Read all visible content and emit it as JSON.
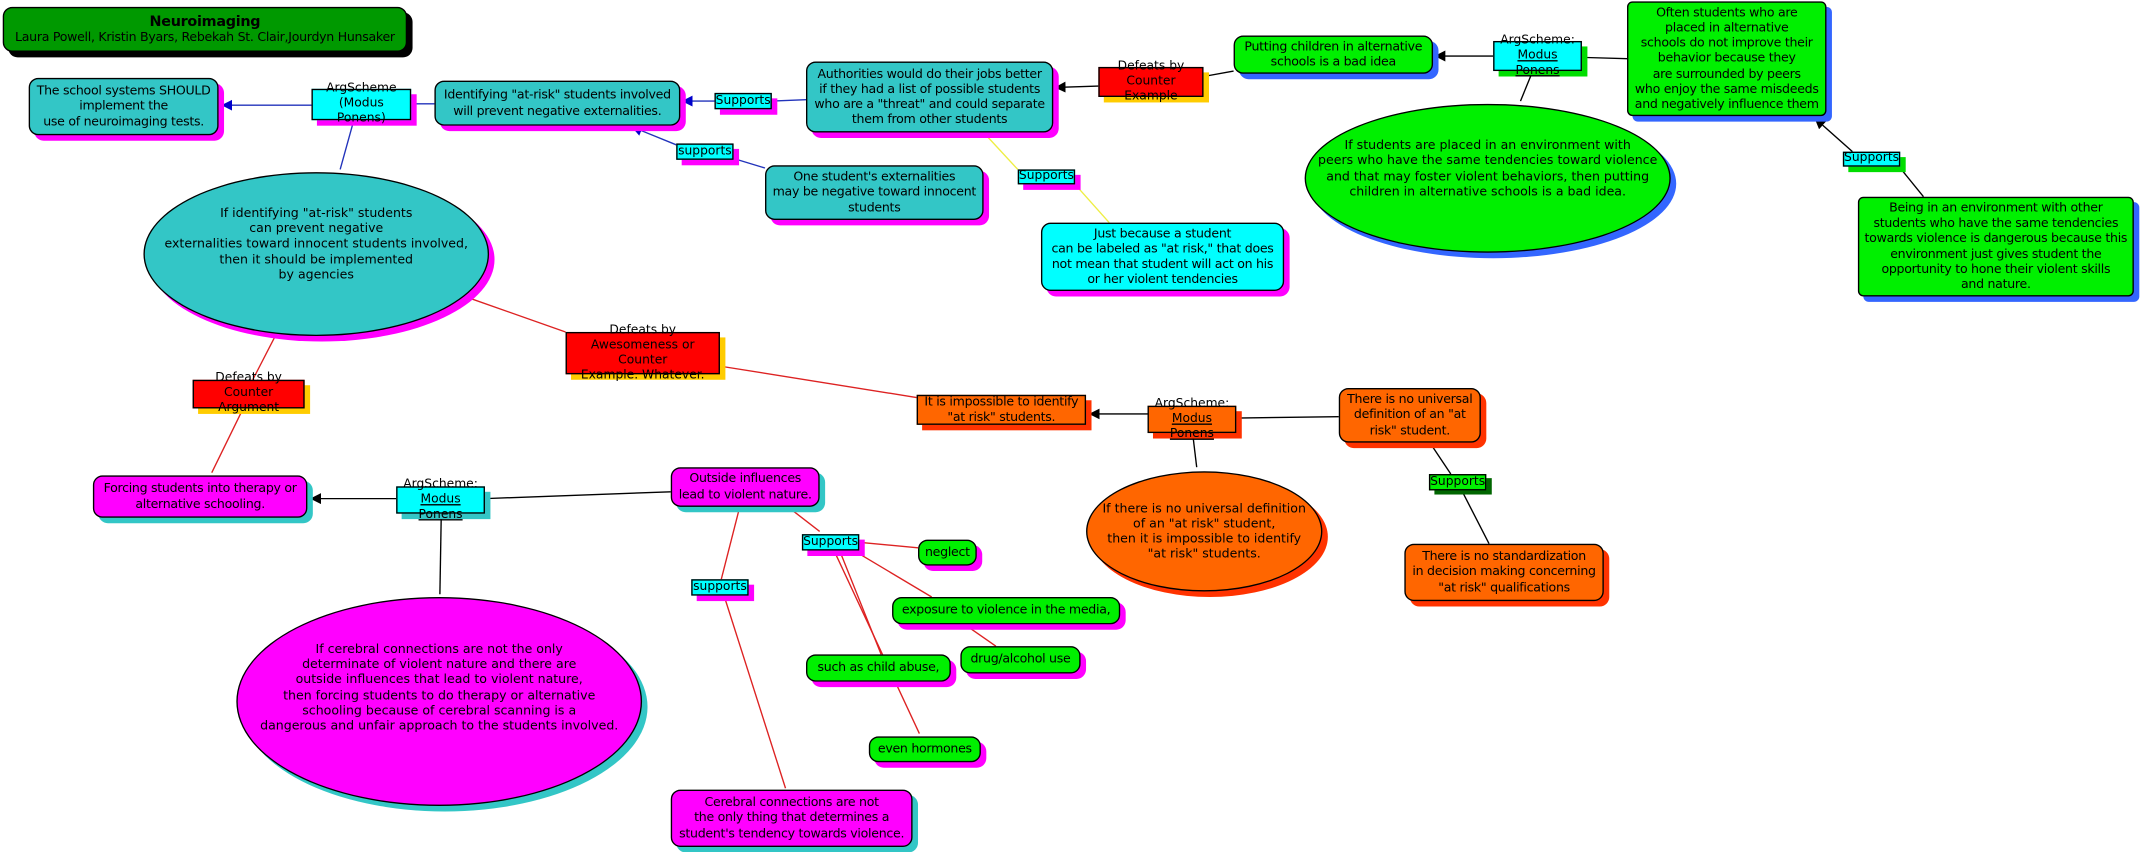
{
  "title": {
    "heading": "Neuroimaging",
    "authors": "Laura Powell, Kristin Byars, Rebekah St. Clair,Jourdyn Hunsaker"
  },
  "nodes": {
    "school_systems": "The school systems SHOULD\nimplement the\nuse of neuroimaging tests.",
    "identifying": "Identifying \"at-risk\" students involved\nwill prevent negative externalities.",
    "authorities": "Authorities would do their jobs better\nif they had a list of possible students\nwho are a \"threat\" and could separate\nthem from other students",
    "putting_children": "Putting children in alternative\nschools is a bad idea",
    "often_students": "Often students who are\nplaced in alternative\nschools do not improve their\nbehavior because they\nare surrounded by peers\nwho enjoy the same misdeeds\nand negatively influence them",
    "if_students_placed": "If students are placed in an environment with\npeers who have the same tendencies toward violence\nand that may foster violent behaviors, then putting\nchildren in alternative schools is a bad idea.",
    "being_in_env": "Being in an environment with other\nstudents who have the same tendencies\ntowards violence is dangerous because this\nenvironment just gives student the\nopportunity to hone their violent skills\nand nature.",
    "one_student": "One student's externalities\nmay be negative toward innocent\nstudents",
    "just_because": "Just because a student\ncan be labeled as \"at risk,\" that does\nnot mean that student will act on his\nor her violent tendencies",
    "if_identifying": "If identifying \"at-risk\" students\ncan prevent negative\nexternalities toward innocent students involved,\nthen it should be implemented\nby agencies",
    "impossible": "It is impossible to identify\n\"at risk\" students.",
    "no_universal": "There is no universal\ndefinition of an \"at\nrisk\" student.",
    "if_no_universal": "If there is no universal definition\nof an \"at risk\" student,\nthen it is impossible to identify\n\"at risk\" students.",
    "no_standardization": "There is no standardization\nin decision making concerning\n\"at risk\" qualifications",
    "forcing": "Forcing students into therapy or\nalternative schooling.",
    "outside_influences": "Outside influences\nlead to violent nature.",
    "neglect": "neglect",
    "exposure": "exposure to violence in the media,",
    "drug": "drug/alcohol use",
    "child_abuse": "such as child abuse,",
    "hormones": "even hormones",
    "if_cerebral": "If cerebral connections are not the only\ndeterminate of violent nature and there are\noutside influences that lead to violent nature,\nthen forcing students to do therapy or alternative\nschooling because of cerebral scanning is a\ndangerous and unfair approach to the students involved.",
    "cerebral": "Cerebral connections are not\nthe only thing that determines a\nstudent's tendency towards violence."
  },
  "labels": {
    "argscheme_paren": "ArgScheme\n(Modus Ponens)",
    "argscheme_a": "ArgScheme:",
    "modus_ponens": "Modus Ponens",
    "supports_cap": "Supports",
    "supports_lower": "supports",
    "defeats_counter_example": "Defeats by\nCounter Example",
    "defeats_awesomeness": "Defeats by\nAwesomeness or Counter\nExample.  Whatever.",
    "defeats_counter_argument": "Defeats by\nCounter Argument"
  },
  "colors": {
    "teal": "#33c6c6",
    "green": "#00f000",
    "cyan": "#00ffff",
    "red": "#ff0000",
    "orange": "#ff6600",
    "magenta": "#ff00ff",
    "title_green": "#009900"
  }
}
